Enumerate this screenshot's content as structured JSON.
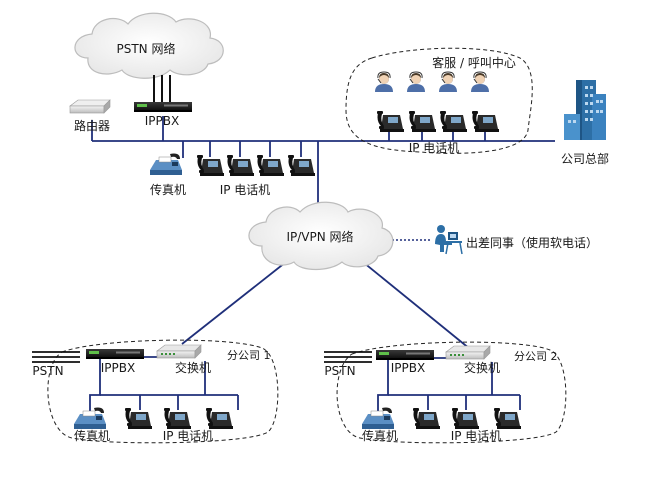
{
  "labels": {
    "pstn_cloud": "PSTN 网络",
    "ippbx_hq": "IPPBX",
    "router": "路由器",
    "fax_hq": "传真机",
    "ip_phones_hq": "IP 电话机",
    "call_center": "客服 / 呼叫中心",
    "ip_phones_cc": "IP 电话机",
    "hq": "公司总部",
    "vpn_cloud": "IP/VPN 网络",
    "remote_worker": "出差同事（使用软电话）",
    "branch1": "分公司 1",
    "branch2": "分公司 2",
    "pstn_b1": "PSTN",
    "ippbx_b1": "IPPBX",
    "switch_b1": "交换机",
    "fax_b1": "传真机",
    "ip_phones_b1": "IP 电话机",
    "pstn_b2": "PSTN",
    "ippbx_b2": "IPPBX",
    "switch_b2": "交换机",
    "fax_b2": "传真机",
    "ip_phones_b2": "IP 电话机"
  },
  "colors": {
    "link": "#1f2f7a",
    "cloud_fill": "#f1f1f1",
    "cloud_stroke": "#b8b8b8",
    "building": "#2d6fa6",
    "dashed": "#222222"
  }
}
